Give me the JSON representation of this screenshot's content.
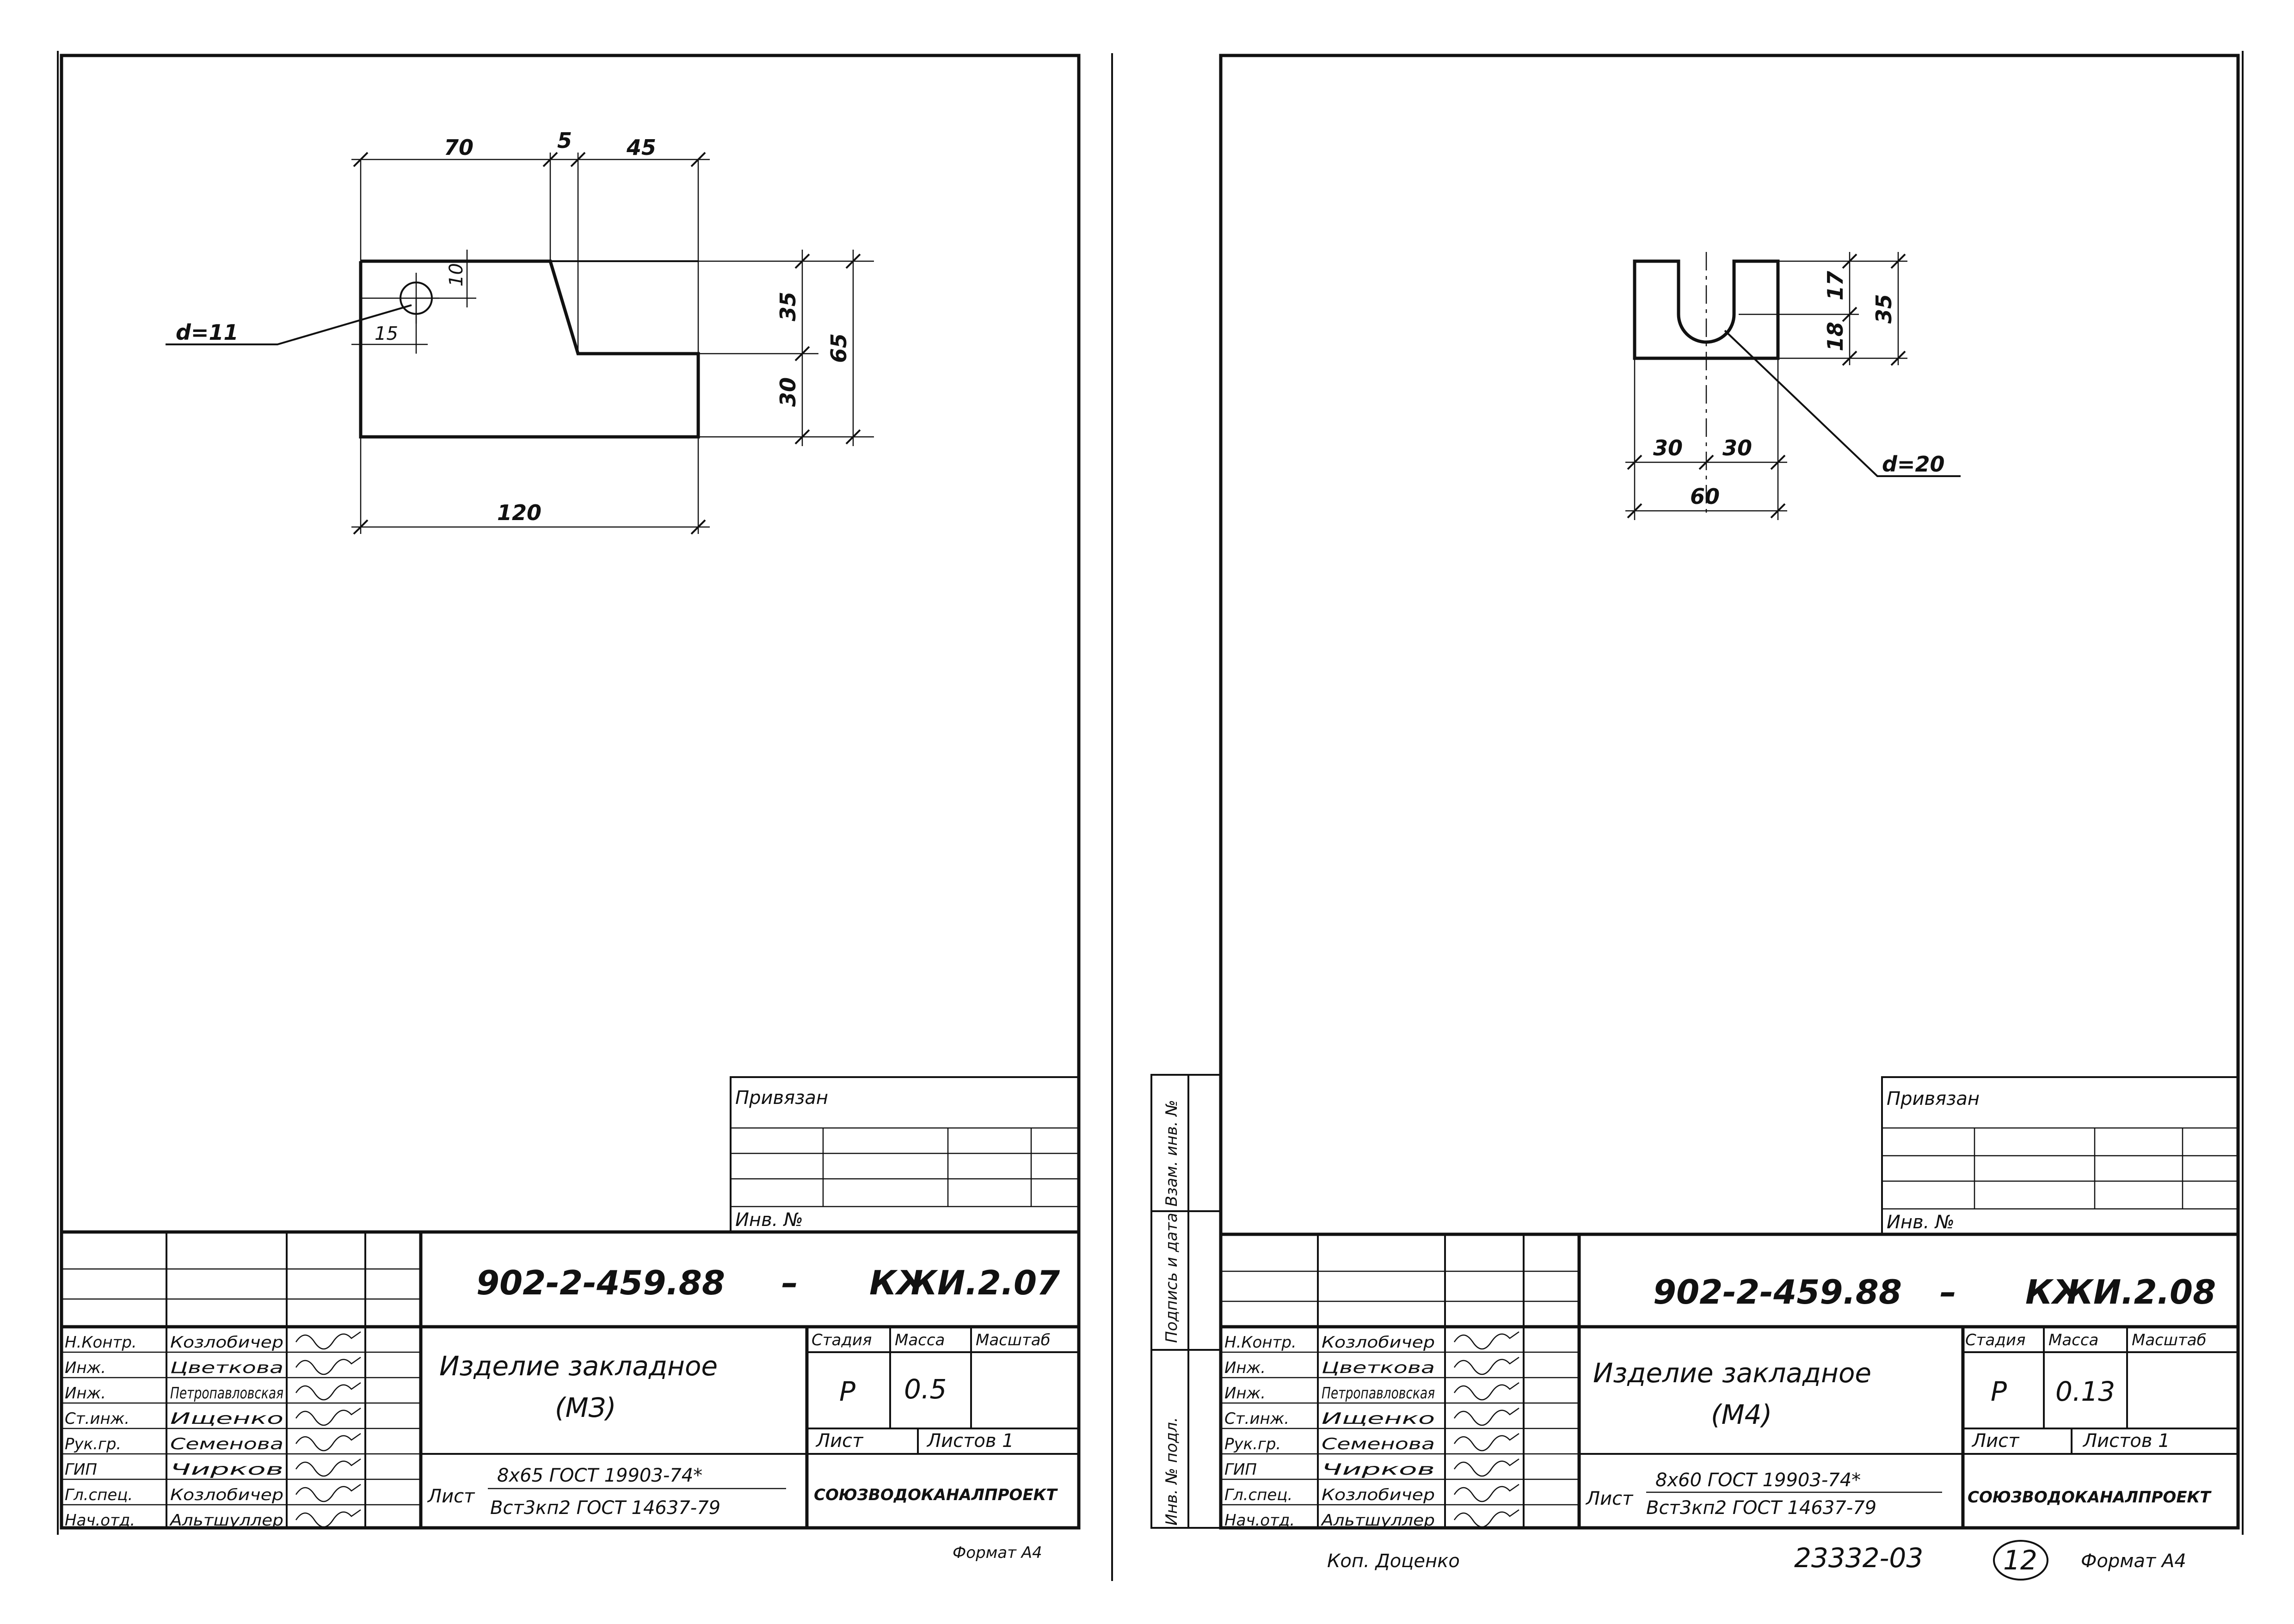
{
  "sheets": [
    {
      "id": "left",
      "code": "902-2-459.88",
      "dash": "–",
      "mark": "КЖИ.2.07",
      "title_line1": "Изделие закладное",
      "title_line2": "(МЗ)",
      "headers": {
        "stage": "Стадия",
        "mass": "Масса",
        "scale": "Масштаб"
      },
      "stage": "Р",
      "mass": "0.5",
      "sheet_label": "Лист",
      "sheets_label": "Листов 1",
      "org": "СОЮЗВОДОКАНАЛПРОЕКТ",
      "material_prefix": "Лист",
      "material_line1": "8х65 ГОСТ 19903-74*",
      "material_line2": "Вст3кп2 ГОСТ 14637-79",
      "privyazan": "Привязан",
      "inv_no": "Инв. №",
      "format": "Формат А4",
      "staff": [
        {
          "role": "Н.Контр.",
          "name": "Козлобичер"
        },
        {
          "role": "Инж.",
          "name": "Цветкова"
        },
        {
          "role": "Инж.",
          "name": "Петропавловская"
        },
        {
          "role": "Ст.инж.",
          "name": "Ищенко"
        },
        {
          "role": "Рук.гр.",
          "name": "Семенова"
        },
        {
          "role": "ГИП",
          "name": "Чирков"
        },
        {
          "role": "Гл.спец.",
          "name": "Козлобичер"
        },
        {
          "role": "Нач.отд.",
          "name": "Альтшуллер"
        }
      ],
      "dims": {
        "top_left": "70",
        "top_mid": "5",
        "top_right": "45",
        "bottom": "120",
        "right_upper": "35",
        "right_lower": "30",
        "right_total": "65",
        "hole_offset_y": "10",
        "hole_offset_x": "15",
        "hole_diameter": "d=11"
      }
    },
    {
      "id": "right",
      "code": "902-2-459.88",
      "dash": "–",
      "mark": "КЖИ.2.08",
      "title_line1": "Изделие закладное",
      "title_line2": "(М4)",
      "headers": {
        "stage": "Стадия",
        "mass": "Масса",
        "scale": "Масштаб"
      },
      "stage": "Р",
      "mass": "0.13",
      "sheet_label": "Лист",
      "sheets_label": "Листов 1",
      "org": "СОЮЗВОДОКАНАЛПРОЕКТ",
      "material_prefix": "Лист",
      "material_line1": "8х60 ГОСТ 19903-74*",
      "material_line2": "Вст3кп2 ГОСТ 14637-79",
      "privyazan": "Привязан",
      "inv_no": "Инв. №",
      "format": "Формат А4",
      "copy_note": "Коп. Доценко",
      "doc_number": "23332-03",
      "page_no": "12",
      "side_labels": [
        "Инв. № подл.",
        "Подпись и дата",
        "Взам. инв. №"
      ],
      "staff": [
        {
          "role": "Н.Контр.",
          "name": "Козлобичер"
        },
        {
          "role": "Инж.",
          "name": "Цветкова"
        },
        {
          "role": "Инж.",
          "name": "Петропавловская"
        },
        {
          "role": "Ст.инж.",
          "name": "Ищенко"
        },
        {
          "role": "Рук.гр.",
          "name": "Семенова"
        },
        {
          "role": "ГИП",
          "name": "Чирков"
        },
        {
          "role": "Гл.спец.",
          "name": "Козлобичер"
        },
        {
          "role": "Нач.отд.",
          "name": "Альтшуллер"
        }
      ],
      "dims": {
        "right_upper": "17",
        "right_lower": "18",
        "right_total": "35",
        "bottom_left": "30",
        "bottom_right": "30",
        "bottom_total": "60",
        "slot_diameter": "d=20"
      }
    }
  ]
}
